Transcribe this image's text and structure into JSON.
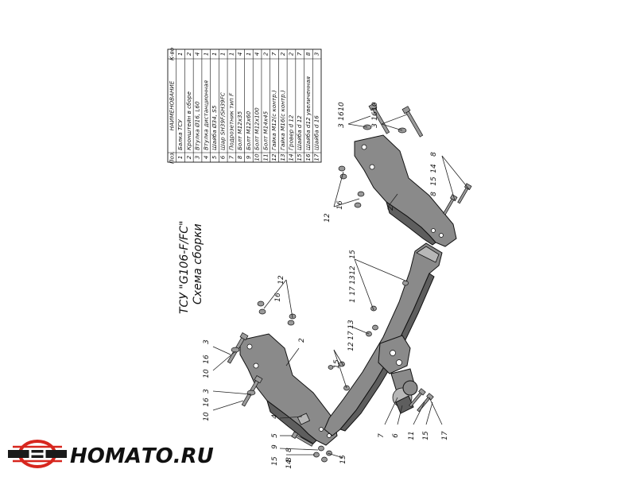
{
  "title": {
    "line1": "ТСУ \"G106-F/FC\"",
    "line2": "Схема сборки"
  },
  "parts_table": {
    "headers": [
      "Поз.",
      "НАИМЕНОВАНИЕ",
      "К-во"
    ],
    "rows": [
      [
        "1",
        "Балка ТСУ",
        "1"
      ],
      [
        "2",
        "Кронштейн в сборе",
        "2"
      ],
      [
        "3",
        "Втулка Ø16, L60",
        "4"
      ],
      [
        "4",
        "Втулка дистанционная",
        "1"
      ],
      [
        "5",
        "Шайба Ø34, S5",
        "1"
      ],
      [
        "6",
        "Шар SH39F/SH39FC",
        "1"
      ],
      [
        "7",
        "Подрозетник тип F",
        "1"
      ],
      [
        "8",
        "Болт M12x35",
        "4"
      ],
      [
        "9",
        "Болт M12x60",
        "1"
      ],
      [
        "10",
        "Болт M12x100",
        "4"
      ],
      [
        "11",
        "Болт M14x45",
        "2"
      ],
      [
        "12",
        "Гайка M12(с контр.)",
        "7"
      ],
      [
        "13",
        "Гайка M16(с контр.)",
        "2"
      ],
      [
        "14",
        "Гровер d 12",
        "2"
      ],
      [
        "15",
        "Шайба d 12",
        "7"
      ],
      [
        "16",
        "Шайба d12 увеличенная",
        "8"
      ],
      [
        "17",
        "Шайба d 16",
        "3"
      ]
    ]
  },
  "callouts": {
    "c_3a": "3",
    "c_16a": "16",
    "c_10a": "10",
    "c_3b": "3",
    "c_16b": "16",
    "c_10b": "10",
    "c_14a": "14",
    "c_8a": "8",
    "c_15a": "15",
    "c_8b": "8",
    "c_12a": "12",
    "c_16c": "16",
    "c_2a": "2",
    "c_15b": "15",
    "c_12b": "12",
    "c_13a": "13",
    "c_17a": "17",
    "c_1a": "1",
    "c_13b": "13",
    "c_17b": "17",
    "c_12c": "12",
    "c_15c": "15",
    "c_12d": "12",
    "c_16d": "16",
    "c_2b": "2",
    "c_3c": "3",
    "c_16e": "16",
    "c_10c": "10",
    "c_3d": "3",
    "c_16f": "16",
    "c_10d": "10",
    "c_4a": "4",
    "c_5a": "5",
    "c_9a": "9",
    "c_15d": "15",
    "c_8c": "8",
    "c_14b": "14",
    "c_15e": "15",
    "c_8d": "8",
    "c_7a": "7",
    "c_6a": "6",
    "c_11a": "11",
    "c_15f": "15",
    "c_17c": "17"
  },
  "logo": {
    "brand": "НОМАТО.RU",
    "colors": {
      "red": "#d7261e",
      "dark": "#1a1a1a"
    }
  }
}
